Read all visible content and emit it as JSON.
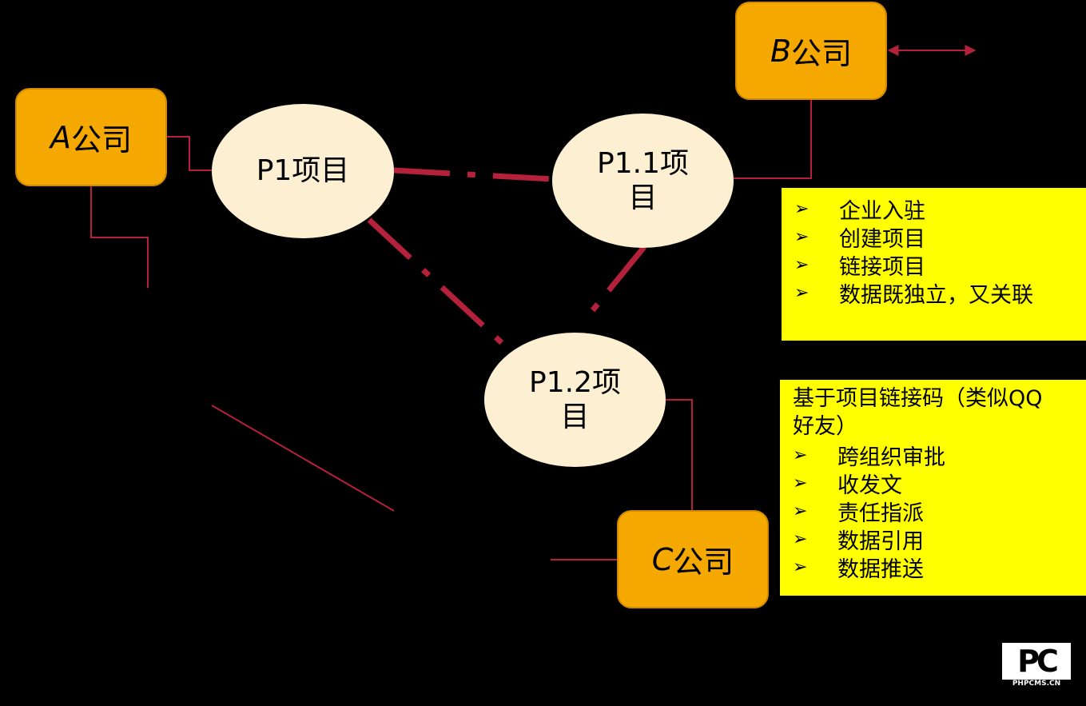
{
  "companies": {
    "a": {
      "letter": "A",
      "name": "公司"
    },
    "b": {
      "letter": "B",
      "name": "公司"
    },
    "c": {
      "letter": "C",
      "name": "公司"
    }
  },
  "projects": {
    "p1": {
      "line1": "P1项目",
      "line2": ""
    },
    "p11": {
      "line1": "P1.1项",
      "line2": "目"
    },
    "p12": {
      "line1": "P1.2项",
      "line2": "目"
    }
  },
  "features_box": {
    "items": [
      "企业入驻",
      "创建项目",
      "链接项目",
      "数据既独立，又关联"
    ]
  },
  "link_code_box": {
    "intro_line1": "基于项目链接码（类似QQ",
    "intro_line2": "好友）",
    "items": [
      "跨组织审批",
      "收发文",
      "责任指派",
      "数据引用",
      "数据推送"
    ]
  },
  "bullet_glyph": "➢",
  "logo": {
    "mark": "PC",
    "caption": "PHPCMS.CN"
  },
  "colors": {
    "background": "#000000",
    "company_fill": "#f5a800",
    "project_fill": "#fcefd2",
    "note_fill": "#ffff00",
    "connector": "#b5203a"
  }
}
